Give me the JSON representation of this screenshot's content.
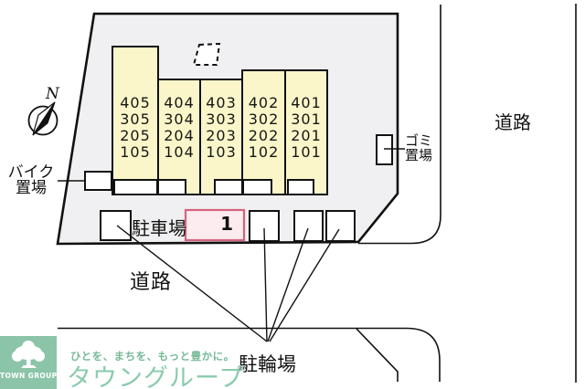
{
  "colors": {
    "site_fill": "#f0eff1",
    "building_fill": "#faf6c9",
    "stall_fill": "#fcebef",
    "stall_border": "#d4637e",
    "logo_green": "#8bc4a8",
    "tagline_green": "#76b998",
    "brand_green": "#8acbad"
  },
  "compass": {
    "label": "N"
  },
  "building": {
    "columns": [
      {
        "units": [
          "405",
          "305",
          "205",
          "105"
        ]
      },
      {
        "units": [
          "404",
          "304",
          "204",
          "104"
        ]
      },
      {
        "units": [
          "403",
          "303",
          "203",
          "103"
        ]
      },
      {
        "units": [
          "402",
          "302",
          "202",
          "102"
        ]
      },
      {
        "units": [
          "401",
          "301",
          "201",
          "101"
        ]
      }
    ]
  },
  "labels": {
    "bike_line1": "バイク",
    "bike_line2": "置場",
    "garbage_line1": "ゴミ",
    "garbage_line2": "置場",
    "parking": "駐車場",
    "stall_number": "1",
    "bicycle_parking": "駐輪場",
    "road_bottom": "道路",
    "road_right": "道路"
  },
  "footer": {
    "logo_text": "TOWN GROUP",
    "tagline": "ひとを、まちを、もっと豊かに。",
    "brand": "タウングループ"
  }
}
